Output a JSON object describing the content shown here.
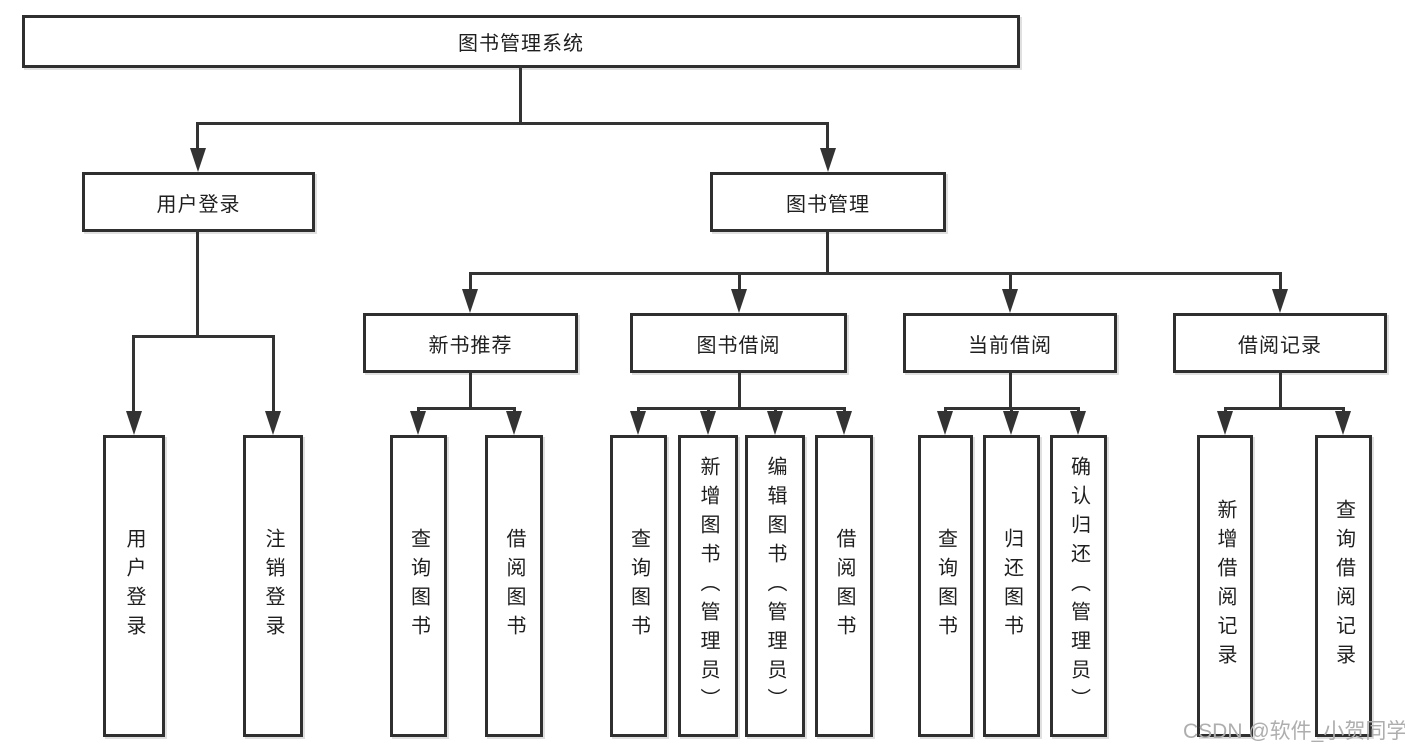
{
  "diagram_title": "图书管理系统",
  "tree": {
    "label": "图书管理系统",
    "children": [
      {
        "label": "用户登录",
        "children": [
          {
            "label": "用户登录"
          },
          {
            "label": "注销登录"
          }
        ]
      },
      {
        "label": "图书管理",
        "children": [
          {
            "label": "新书推荐",
            "children": [
              {
                "label": "查询图书"
              },
              {
                "label": "借阅图书"
              }
            ]
          },
          {
            "label": "图书借阅",
            "children": [
              {
                "label": "查询图书"
              },
              {
                "label": "新增图书（管理员）"
              },
              {
                "label": "编辑图书（管理员）"
              },
              {
                "label": "借阅图书"
              }
            ]
          },
          {
            "label": "当前借阅",
            "children": [
              {
                "label": "查询图书"
              },
              {
                "label": "归还图书"
              },
              {
                "label": "确认归还（管理员）"
              }
            ]
          },
          {
            "label": "借阅记录",
            "children": [
              {
                "label": "新增借阅记录"
              },
              {
                "label": "查询借阅记录"
              }
            ]
          }
        ]
      }
    ]
  },
  "watermark": {
    "text": "CSDN @软件_小贺同学"
  },
  "colors": {
    "background": "#ffffff",
    "line": "#333333",
    "box_border": "#2f2f2f",
    "text": "#1f1f1f",
    "watermark": "#aeaeae"
  }
}
